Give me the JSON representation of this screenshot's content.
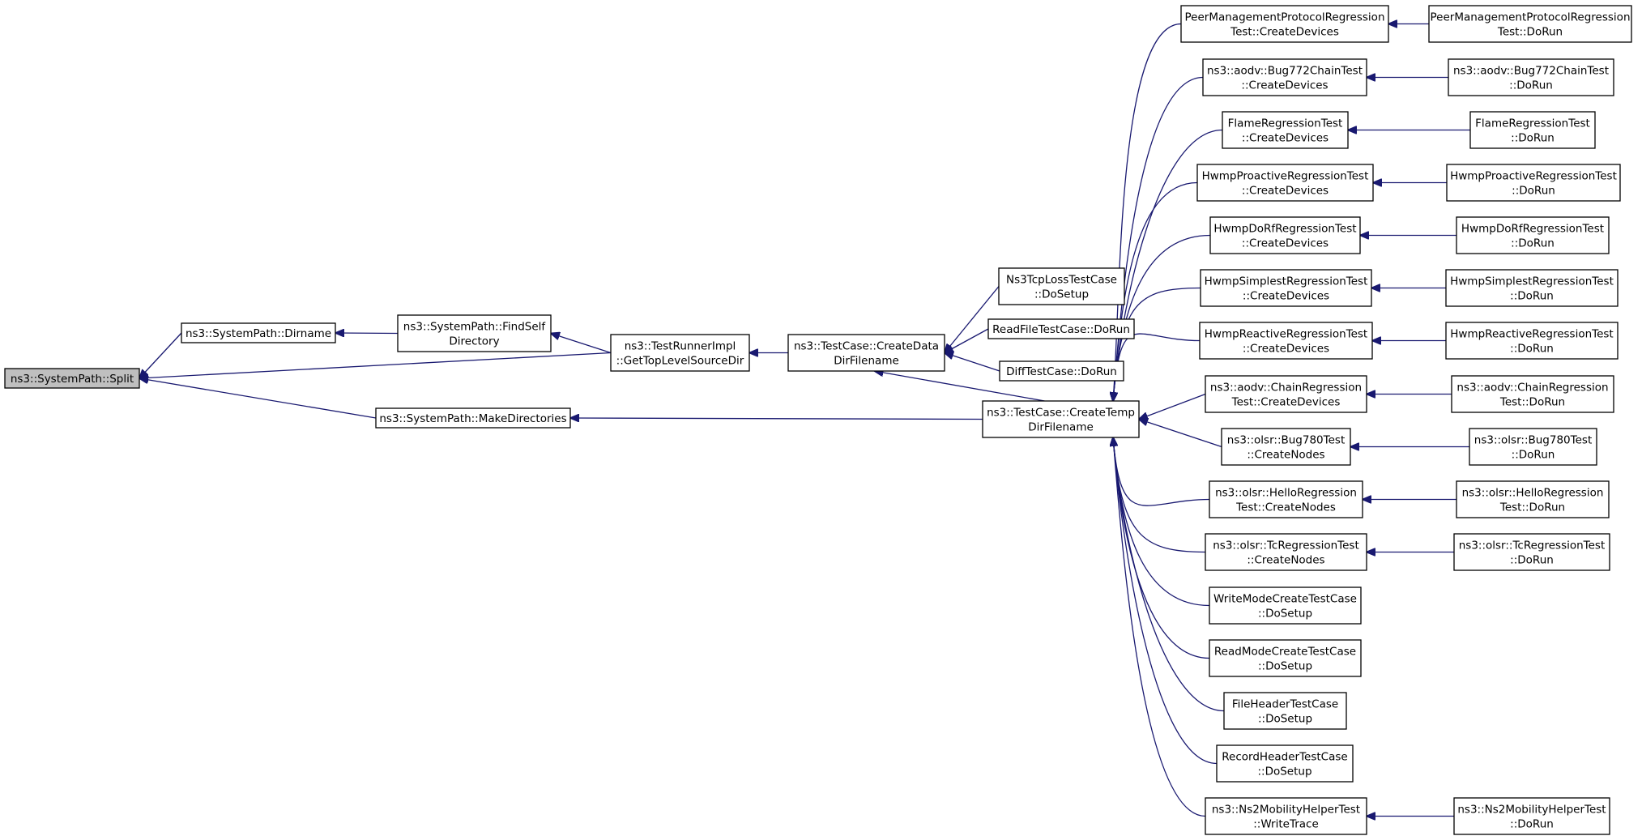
{
  "diagram": {
    "type": "call-graph",
    "colors": {
      "edge": "#191970",
      "root_fill": "#bfbfbf",
      "node_fill": "#ffffff",
      "border": "#000000"
    },
    "nodes": [
      {
        "id": "split",
        "lines": [
          "ns3::SystemPath::Split"
        ],
        "highlight": true
      },
      {
        "id": "dirname",
        "lines": [
          "ns3::SystemPath::Dirname"
        ]
      },
      {
        "id": "findself",
        "lines": [
          "ns3::SystemPath::FindSelf",
          "Directory"
        ]
      },
      {
        "id": "gettoplevel",
        "lines": [
          "ns3::TestRunnerImpl",
          "::GetTopLevelSourceDir"
        ]
      },
      {
        "id": "makedirs",
        "lines": [
          "ns3::SystemPath::MakeDirectories"
        ]
      },
      {
        "id": "createdata",
        "lines": [
          "ns3::TestCase::CreateData",
          "DirFilename"
        ]
      },
      {
        "id": "createtemp",
        "lines": [
          "ns3::TestCase::CreateTemp",
          "DirFilename"
        ]
      },
      {
        "id": "ns3tcp",
        "lines": [
          "Ns3TcpLossTestCase",
          "::DoSetup"
        ]
      },
      {
        "id": "readfile",
        "lines": [
          "ReadFileTestCase::DoRun"
        ]
      },
      {
        "id": "difftest",
        "lines": [
          "DiffTestCase::DoRun"
        ]
      },
      {
        "id": "peer_cd",
        "lines": [
          "PeerManagementProtocolRegression",
          "Test::CreateDevices"
        ]
      },
      {
        "id": "peer_run",
        "lines": [
          "PeerManagementProtocolRegression",
          "Test::DoRun"
        ]
      },
      {
        "id": "bug772_cd",
        "lines": [
          "ns3::aodv::Bug772ChainTest",
          "::CreateDevices"
        ]
      },
      {
        "id": "bug772_run",
        "lines": [
          "ns3::aodv::Bug772ChainTest",
          "::DoRun"
        ]
      },
      {
        "id": "flame_cd",
        "lines": [
          "FlameRegressionTest",
          "::CreateDevices"
        ]
      },
      {
        "id": "flame_run",
        "lines": [
          "FlameRegressionTest",
          "::DoRun"
        ]
      },
      {
        "id": "hproact_cd",
        "lines": [
          "HwmpProactiveRegressionTest",
          "::CreateDevices"
        ]
      },
      {
        "id": "hproact_run",
        "lines": [
          "HwmpProactiveRegressionTest",
          "::DoRun"
        ]
      },
      {
        "id": "hdorf_cd",
        "lines": [
          "HwmpDoRfRegressionTest",
          "::CreateDevices"
        ]
      },
      {
        "id": "hdorf_run",
        "lines": [
          "HwmpDoRfRegressionTest",
          "::DoRun"
        ]
      },
      {
        "id": "hsimp_cd",
        "lines": [
          "HwmpSimplestRegressionTest",
          "::CreateDevices"
        ]
      },
      {
        "id": "hsimp_run",
        "lines": [
          "HwmpSimplestRegressionTest",
          "::DoRun"
        ]
      },
      {
        "id": "hreact_cd",
        "lines": [
          "HwmpReactiveRegressionTest",
          "::CreateDevices"
        ]
      },
      {
        "id": "hreact_run",
        "lines": [
          "HwmpReactiveRegressionTest",
          "::DoRun"
        ]
      },
      {
        "id": "aodvchain_cd",
        "lines": [
          "ns3::aodv::ChainRegression",
          "Test::CreateDevices"
        ]
      },
      {
        "id": "aodvchain_run",
        "lines": [
          "ns3::aodv::ChainRegression",
          "Test::DoRun"
        ]
      },
      {
        "id": "bug780_cn",
        "lines": [
          "ns3::olsr::Bug780Test",
          "::CreateNodes"
        ]
      },
      {
        "id": "bug780_run",
        "lines": [
          "ns3::olsr::Bug780Test",
          "::DoRun"
        ]
      },
      {
        "id": "hello_cn",
        "lines": [
          "ns3::olsr::HelloRegression",
          "Test::CreateNodes"
        ]
      },
      {
        "id": "hello_run",
        "lines": [
          "ns3::olsr::HelloRegression",
          "Test::DoRun"
        ]
      },
      {
        "id": "tc_cn",
        "lines": [
          "ns3::olsr::TcRegressionTest",
          "::CreateNodes"
        ]
      },
      {
        "id": "tc_run",
        "lines": [
          "ns3::olsr::TcRegressionTest",
          "::DoRun"
        ]
      },
      {
        "id": "writemode",
        "lines": [
          "WriteModeCreateTestCase",
          "::DoSetup"
        ]
      },
      {
        "id": "readmode",
        "lines": [
          "ReadModeCreateTestCase",
          "::DoSetup"
        ]
      },
      {
        "id": "fileheader",
        "lines": [
          "FileHeaderTestCase",
          "::DoSetup"
        ]
      },
      {
        "id": "recordheader",
        "lines": [
          "RecordHeaderTestCase",
          "::DoSetup"
        ]
      },
      {
        "id": "ns2_wt",
        "lines": [
          "ns3::Ns2MobilityHelperTest",
          "::WriteTrace"
        ]
      },
      {
        "id": "ns2_run",
        "lines": [
          "ns3::Ns2MobilityHelperTest",
          "::DoRun"
        ]
      }
    ],
    "edges": [
      {
        "from": "dirname",
        "to": "split"
      },
      {
        "from": "gettoplevel",
        "to": "split"
      },
      {
        "from": "makedirs",
        "to": "split"
      },
      {
        "from": "findself",
        "to": "dirname"
      },
      {
        "from": "gettoplevel",
        "to": "findself"
      },
      {
        "from": "createdata",
        "to": "gettoplevel"
      },
      {
        "from": "createtemp",
        "to": "makedirs"
      },
      {
        "from": "ns3tcp",
        "to": "createdata"
      },
      {
        "from": "readfile",
        "to": "createdata"
      },
      {
        "from": "difftest",
        "to": "createdata"
      },
      {
        "from": "createtemp",
        "to": "createdata"
      },
      {
        "from": "peer_cd",
        "to": "createtemp"
      },
      {
        "from": "bug772_cd",
        "to": "createtemp"
      },
      {
        "from": "flame_cd",
        "to": "createtemp"
      },
      {
        "from": "hproact_cd",
        "to": "createtemp"
      },
      {
        "from": "hdorf_cd",
        "to": "createtemp"
      },
      {
        "from": "hsimp_cd",
        "to": "createtemp"
      },
      {
        "from": "hreact_cd",
        "to": "createtemp"
      },
      {
        "from": "aodvchain_cd",
        "to": "createtemp"
      },
      {
        "from": "bug780_cn",
        "to": "createtemp"
      },
      {
        "from": "hello_cn",
        "to": "createtemp"
      },
      {
        "from": "tc_cn",
        "to": "createtemp"
      },
      {
        "from": "writemode",
        "to": "createtemp"
      },
      {
        "from": "readmode",
        "to": "createtemp"
      },
      {
        "from": "fileheader",
        "to": "createtemp"
      },
      {
        "from": "recordheader",
        "to": "createtemp"
      },
      {
        "from": "ns2_wt",
        "to": "createtemp"
      },
      {
        "from": "peer_run",
        "to": "peer_cd"
      },
      {
        "from": "bug772_run",
        "to": "bug772_cd"
      },
      {
        "from": "flame_run",
        "to": "flame_cd"
      },
      {
        "from": "hproact_run",
        "to": "hproact_cd"
      },
      {
        "from": "hdorf_run",
        "to": "hdorf_cd"
      },
      {
        "from": "hsimp_run",
        "to": "hsimp_cd"
      },
      {
        "from": "hreact_run",
        "to": "hreact_cd"
      },
      {
        "from": "aodvchain_run",
        "to": "aodvchain_cd"
      },
      {
        "from": "bug780_run",
        "to": "bug780_cn"
      },
      {
        "from": "hello_run",
        "to": "hello_cn"
      },
      {
        "from": "tc_run",
        "to": "tc_cn"
      },
      {
        "from": "ns2_run",
        "to": "ns2_wt"
      }
    ]
  }
}
